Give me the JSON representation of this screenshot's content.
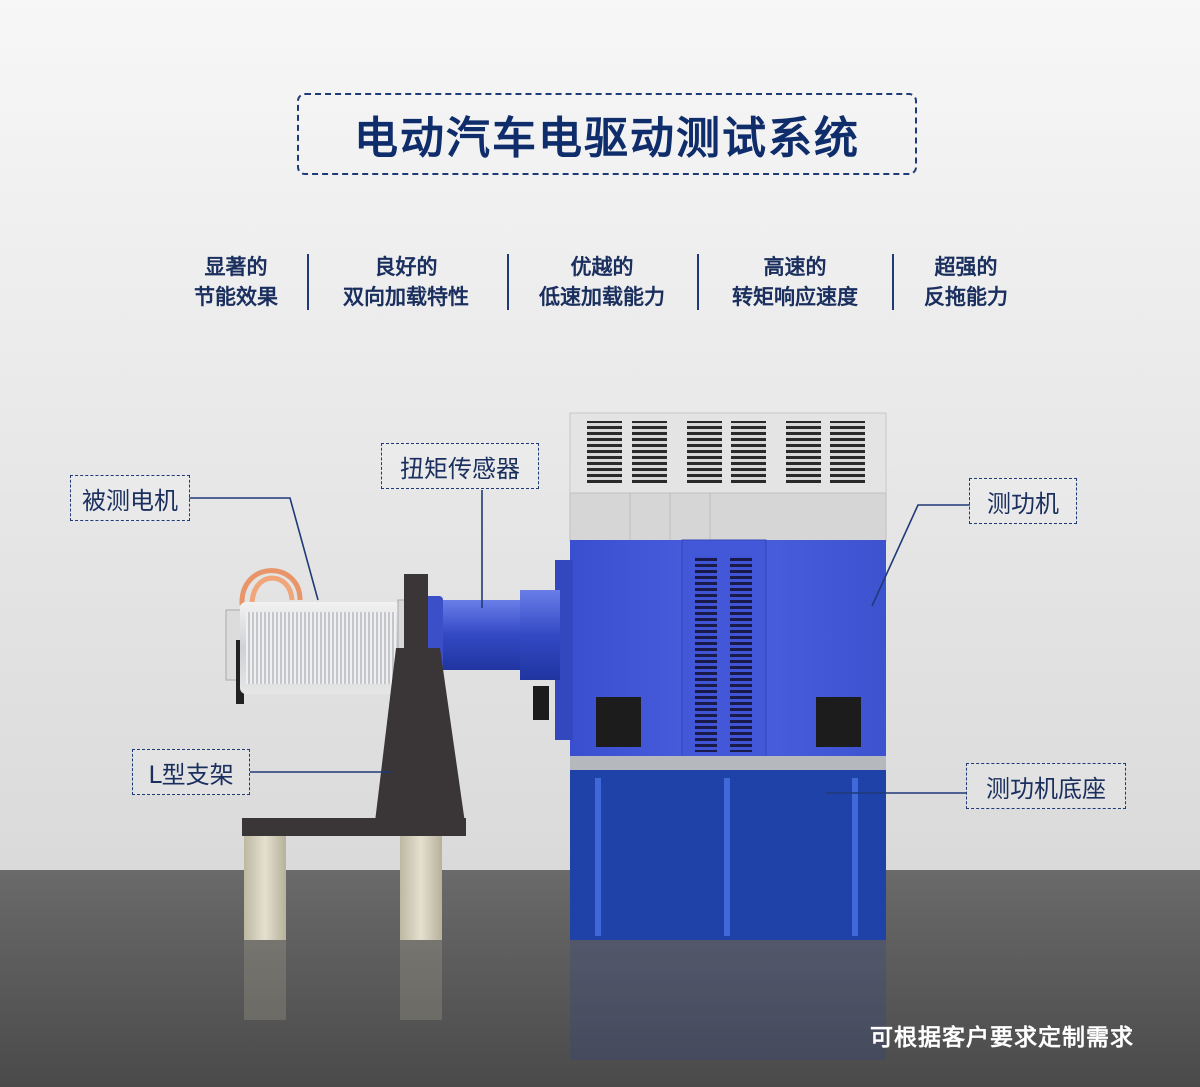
{
  "title": "电动汽车电驱动测试系统",
  "features": [
    {
      "line1": "显著的",
      "line2": "节能效果"
    },
    {
      "line1": "良好的",
      "line2": "双向加载特性"
    },
    {
      "line1": "优越的",
      "line2": "低速加载能力"
    },
    {
      "line1": "高速的",
      "line2": "转矩响应速度"
    },
    {
      "line1": "超强的",
      "line2": "反拖能力"
    }
  ],
  "labels": {
    "motor_under_test": "被测电机",
    "torque_sensor": "扭矩传感器",
    "dynamometer": "测功机",
    "l_bracket": "L型支架",
    "dyno_base": "测功机底座"
  },
  "footer": "可根据客户要求定制需求",
  "colors": {
    "accent": "#1f3a78",
    "dyno_blue": "#3f55d6",
    "base_blue": "#1f42a8",
    "floor": "#555555"
  }
}
